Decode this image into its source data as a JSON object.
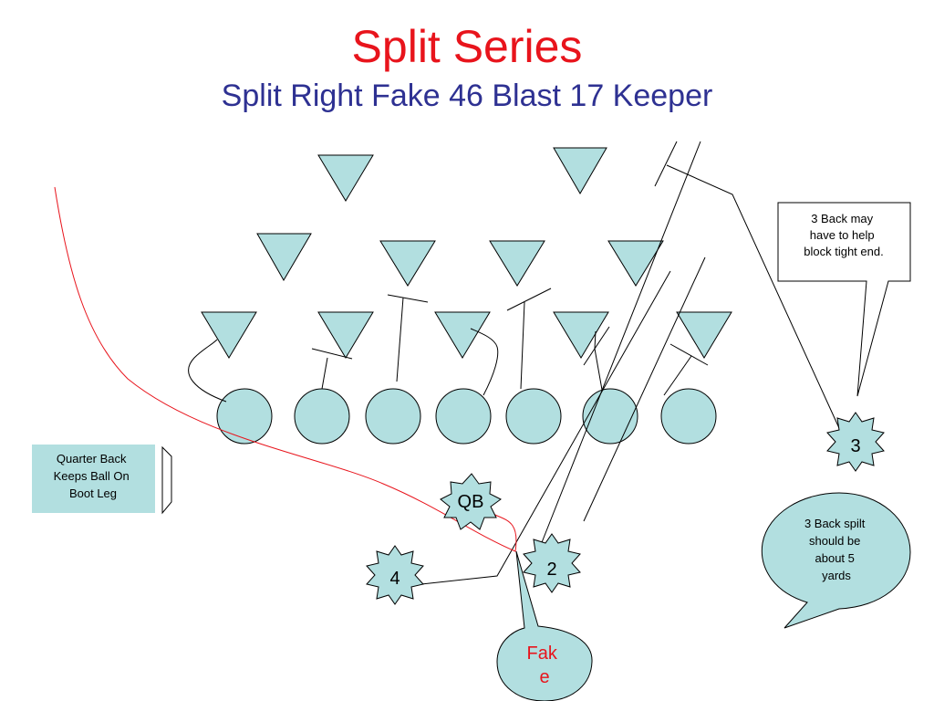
{
  "title": "Split Series",
  "subtitle": "Split Right Fake 46 Blast 17 Keeper",
  "colors": {
    "title": "#e8141c",
    "subtitle": "#2e3192",
    "fill": "#b2dfe0",
    "stroke": "#000000",
    "route": "#e8141c",
    "fake_text": "#e8141c"
  },
  "labels": {
    "qb": "QB",
    "back_3": "3",
    "back_2": "2",
    "back_4": "4"
  },
  "callouts": {
    "block_note": "3 Back may have to help block tight end.",
    "boot_note": "Quarter Back Keeps Ball On Boot Leg",
    "split_note": "3 Back spilt should be about 5 yards",
    "fake": "Fak e"
  }
}
